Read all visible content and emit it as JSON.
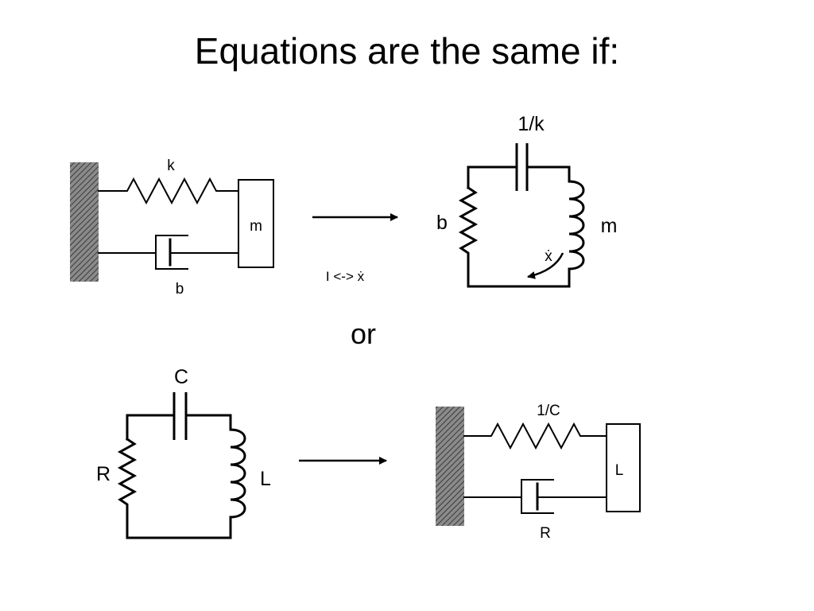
{
  "title": "Equations are the same if:",
  "top_left": {
    "spring_label": "k",
    "mass_label": "m",
    "damper_label": "b"
  },
  "mapping_note": "I <-> ẋ",
  "top_right": {
    "capacitor_label": "1/k",
    "resistor_label": "b",
    "inductor_label": "m",
    "current_label": "ẋ"
  },
  "connector": "or",
  "bottom_left": {
    "capacitor_label": "C",
    "resistor_label": "R",
    "inductor_label": "L"
  },
  "bottom_right": {
    "spring_label": "1/C",
    "mass_label": "L",
    "damper_label": "R"
  },
  "colors": {
    "ink": "#000000",
    "wall_fill": "#6f6f6f",
    "background": "#ffffff"
  }
}
